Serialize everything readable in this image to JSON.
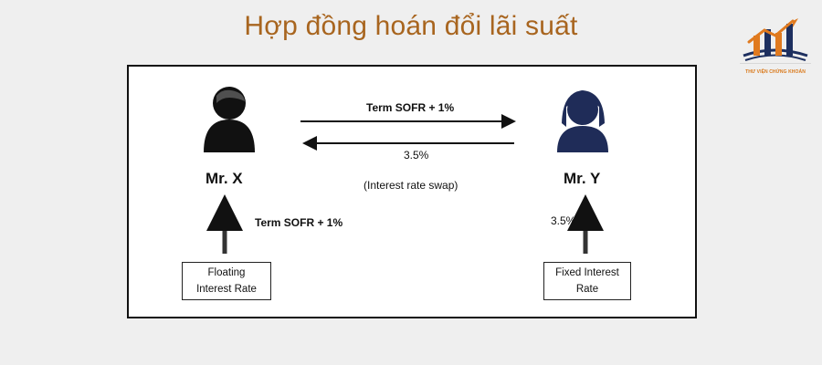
{
  "page": {
    "title": "Hợp đồng hoán đổi lãi suất"
  },
  "logo": {
    "text": "THƯ VIỆN CHỨNG KHOÁN",
    "icon": "chart-book-icon",
    "colors": {
      "accent": "#e07a1f",
      "navy": "#1d2f5f"
    }
  },
  "diagram": {
    "top_arrow_label": "Term SOFR  + 1%",
    "bottom_arrow_label": "3.5%",
    "swap_label": "(Interest rate swap)",
    "left_party": {
      "name": "Mr. X",
      "icon": "man-user-icon",
      "rate_label": "Term SOFR  + 1%",
      "box_line_1": "Floating",
      "box_line_2": "Interest Rate"
    },
    "right_party": {
      "name": "Mr. Y",
      "icon": "woman-user-icon",
      "rate_label": "3.5%",
      "box_line_1": "Fixed Interest",
      "box_line_2": "Rate"
    },
    "colors": {
      "title": "#a8651f",
      "left_person": "#111111",
      "right_person": "#1f2c58",
      "arrow": "#111111"
    }
  }
}
